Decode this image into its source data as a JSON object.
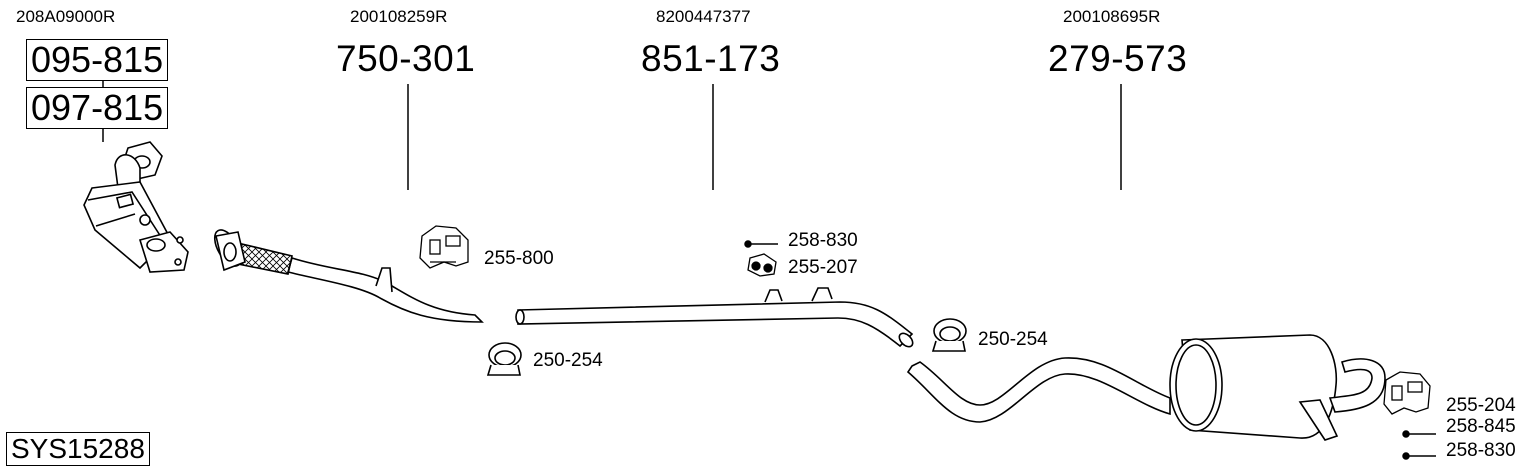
{
  "oe_numbers": {
    "catalyst": "208A09000R",
    "front_pipe": "200108259R",
    "middle_pipe": "8200447377",
    "rear_silencer": "200108695R"
  },
  "part_numbers": {
    "catalyst_primary": "095-815",
    "catalyst_alt": "097-815",
    "front_pipe": "750-301",
    "middle_pipe": "851-173",
    "rear_silencer": "279-573"
  },
  "fittings": {
    "rubber_front": "255-800",
    "clamp_front": "250-254",
    "bolt_middle": "258-830",
    "rubber_middle": "255-207",
    "clamp_rear": "250-254",
    "rubber_rear": "255-204",
    "bolt_rear_a": "258-845",
    "bolt_rear_b": "258-830"
  },
  "system_id": "SYS15288"
}
